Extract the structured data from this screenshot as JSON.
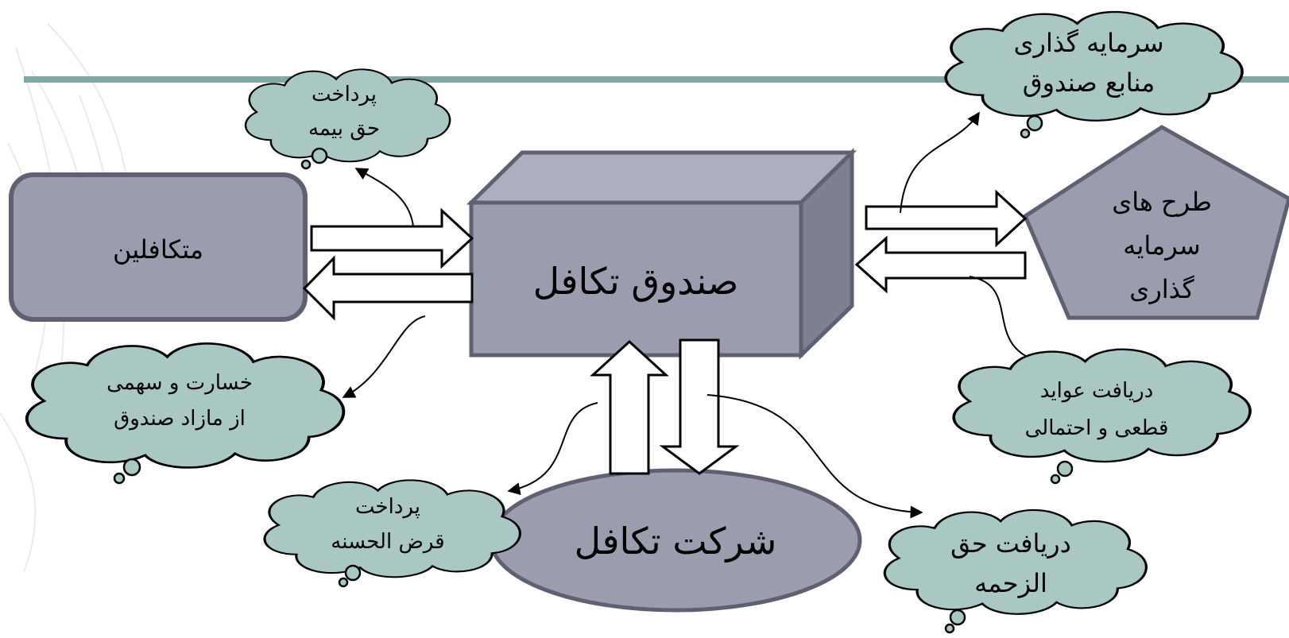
{
  "nodes": {
    "participants": "متکافلین",
    "fund": "صندوق تکافل",
    "company": "شرکت تکافل",
    "investment_plans": [
      "طرح های",
      "سرمایه",
      "گذاری"
    ]
  },
  "clouds": {
    "premium": [
      "پرداخت",
      "حق بیمه"
    ],
    "loss_surplus": [
      "خسارت و سهمی",
      "از مازاد صندوق"
    ],
    "qard_hasan": [
      "پرداخت",
      "قرض الحسنه"
    ],
    "fee": [
      "دریافت حق",
      "الزحمه"
    ],
    "returns": [
      "دریافت عواید",
      "قطعی و احتمالی"
    ],
    "investment": [
      "سرمایه گذاری",
      "منابع صندوق"
    ]
  },
  "colors": {
    "teal_line": "#7fa8a3",
    "cloud_fill": "#a9c8c3",
    "box_front": "#9b9cad",
    "box_top": "#aeafbe",
    "box_side": "#7e7f92",
    "shape_fill": "#9b9cad",
    "outline": "#5f6072"
  }
}
